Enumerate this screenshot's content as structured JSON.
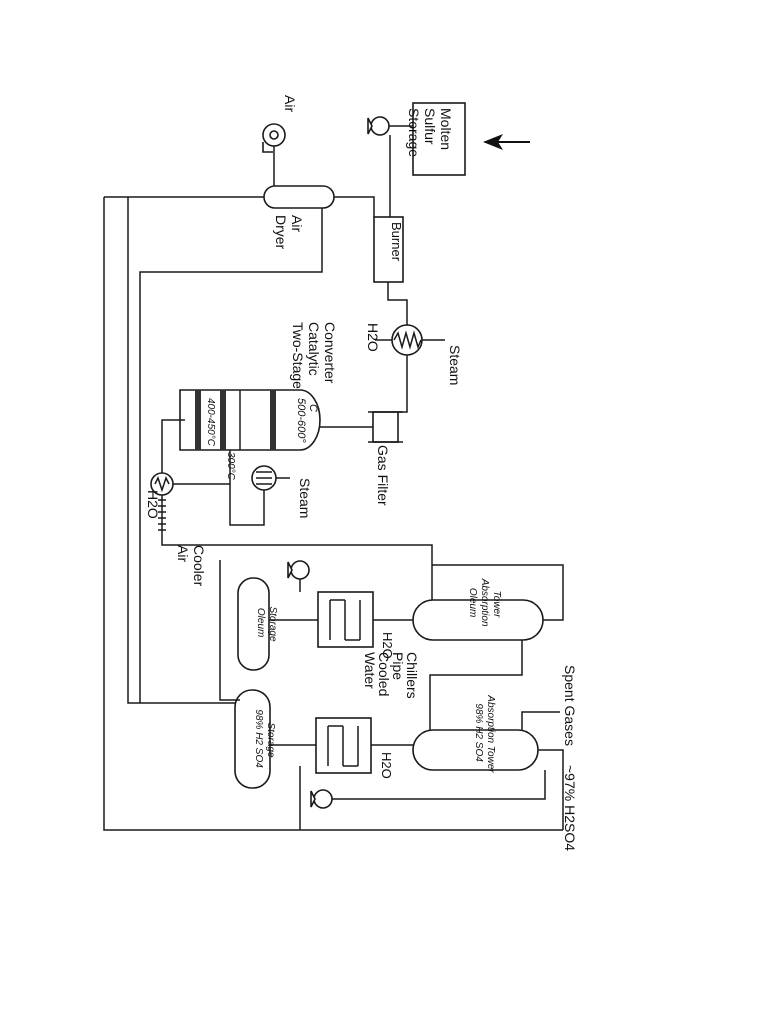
{
  "labels": {
    "molten_sulfur_storage": [
      "Molten",
      "Sulfur",
      "Storage"
    ],
    "air": "Air",
    "air_dryer": [
      "Air",
      "Dryer"
    ],
    "burner": "Burner",
    "h2o_boiler": "H2O",
    "steam_boiler": "Steam",
    "two_stage_converter": [
      "Two-Stage",
      "Catalytic",
      "Converter"
    ],
    "temp_top": [
      "500-600°",
      "C"
    ],
    "temp_mid": "400-450°C",
    "temp_low": "300°C",
    "gas_filter": "Gas Filter",
    "steam_2": "Steam",
    "h2o_cooler": "H2O",
    "air_cooler": [
      "Air",
      "Cooler"
    ],
    "oleum_absorption_tower": [
      "Oleum",
      "Absorption",
      "Tower"
    ],
    "oleum_storage": [
      "Oleum",
      "Storage"
    ],
    "h2o_chiller_1": "H2O",
    "water_cooled_pipe_chillers": [
      "Water",
      "Cooled",
      "Pipe",
      "Chillers"
    ],
    "spent_gases": "Spent Gases",
    "acid_97": "~97% H2SO4",
    "absorption_tower_98": [
      "98% H2 SO4",
      "Absorption Tower"
    ],
    "storage_98": [
      "98% H2 SO4",
      "Storage"
    ],
    "h2o_chiller_2": "H2O"
  }
}
